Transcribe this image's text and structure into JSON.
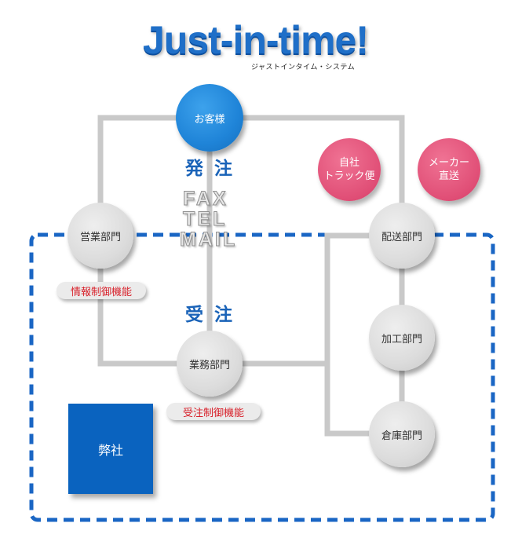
{
  "header": {
    "title": "Just-in-time!",
    "subtitle": "ジャストインタイム・システム"
  },
  "nodes": {
    "customer": "お客様",
    "sales_dept": "営業部門",
    "business_dept": "業務部門",
    "delivery_dept": "配送部門",
    "processing_dept": "加工部門",
    "warehouse_dept": "倉庫部門"
  },
  "delivery_options": {
    "own_truck": [
      "自社",
      "トラック便"
    ],
    "maker_direct": [
      "メーカー",
      "直送"
    ]
  },
  "functions": {
    "info_control": "情報制御機能",
    "order_control": "受注制御機能"
  },
  "flow_labels": {
    "order_placed": "発注",
    "order_received": "受注",
    "channels": [
      "FAX",
      "TEL",
      "MAIL"
    ]
  },
  "company": "弊社",
  "colors": {
    "brand_blue": "#1f6fc8",
    "customer_blue": "#1f84d8",
    "dashed_border": "#1a66c4",
    "pink": "#e04e76",
    "function_red": "#d8202a",
    "line_gray": "#c9c9c9"
  }
}
